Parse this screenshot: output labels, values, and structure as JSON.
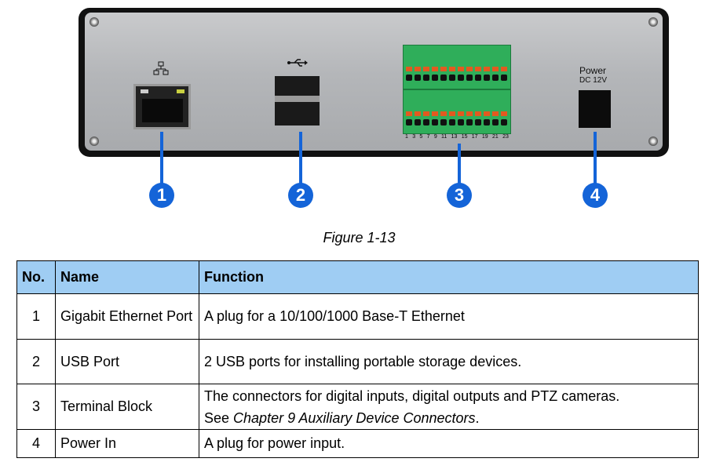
{
  "figure": {
    "ethernet_icon": "network-icon",
    "usb_icon": "usb-icon",
    "power_label": "Power",
    "power_spec": "DC 12V",
    "terminal_numbers": [
      "1",
      "3",
      "5",
      "7",
      "9",
      "11",
      "13",
      "15",
      "17",
      "19",
      "21",
      "23"
    ],
    "callouts": [
      "1",
      "2",
      "3",
      "4"
    ],
    "accent": "#1464d8",
    "caption": "Figure 1-13"
  },
  "table": {
    "header_bg": "#9fcdf3",
    "headers": [
      "No.",
      "Name",
      "Function"
    ],
    "rows": [
      {
        "no": "1",
        "name": "Gigabit Ethernet Port",
        "function": "A plug for a 10/100/1000 Base-T Ethernet"
      },
      {
        "no": "2",
        "name": "USB Port",
        "function": "2 USB ports for installing portable storage devices."
      },
      {
        "no": "3",
        "name": "Terminal Block",
        "function": "The connectors for digital inputs, digital outputs and PTZ cameras.",
        "function_ref_prefix": "See ",
        "function_ref": "Chapter 9 Auxiliary Device Connectors",
        "function_ref_suffix": "."
      },
      {
        "no": "4",
        "name": "Power In",
        "function": "A plug for power input."
      }
    ]
  }
}
